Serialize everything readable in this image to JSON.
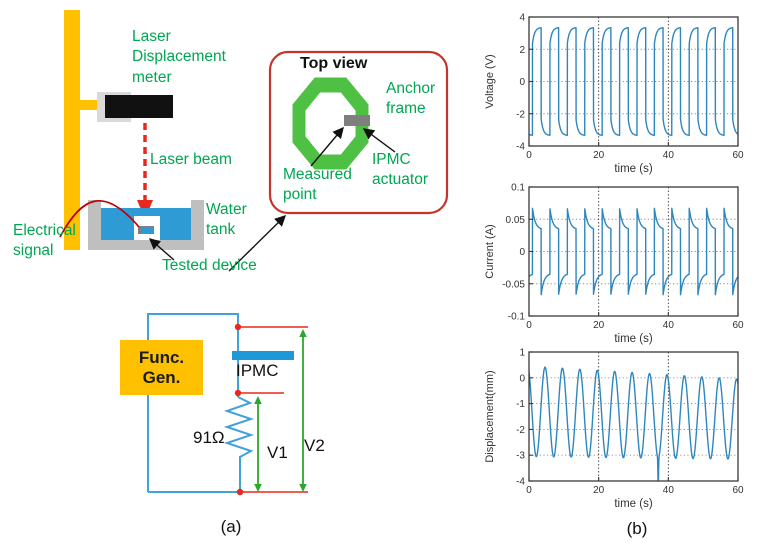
{
  "figure": {
    "caption_a": "(a)",
    "caption_b": "(b)"
  },
  "colors": {
    "green_text": "#00A651",
    "arrow_green": "#2BA82B",
    "frame_green": "#4EC144",
    "yellow": "#FFC000",
    "gray_light": "#D9D9D9",
    "gray_mid": "#BFBFBF",
    "gray_dark": "#7F7F7F",
    "water_blue": "#2E9BD5",
    "wire_blue": "#41A2DB",
    "ipmc_blue": "#1F98D8",
    "red_bright": "#E8281E",
    "red_dark": "#C00000",
    "inset_border": "#C4342B",
    "plot_line": "#2E86BE",
    "plot_axis": "#3A3A3A",
    "plot_grid_h": "#8A8A8A",
    "plot_grid_v": "#3A3A3A",
    "plot_text": "#333333"
  },
  "diagram": {
    "labels": {
      "laser_meter": "Laser\nDisplacement\nmeter",
      "laser_beam": "Laser beam",
      "water_tank": "Water\ntank",
      "electrical_signal": "Electrical\nsignal",
      "tested_device": "Tested device",
      "top_view": "Top view",
      "anchor_frame": "Anchor\nframe",
      "measured_point": "Measured\npoint",
      "ipmc_actuator": "IPMC\nactuator",
      "func_gen": "Func.\nGen.",
      "ipmc": "IPMC",
      "resistor": "91Ω",
      "v1": "V1",
      "v2": "V2"
    }
  },
  "chart_data": [
    {
      "id": "voltage",
      "type": "line",
      "title": "",
      "xlabel": "time (s)",
      "ylabel": "Voltage (V)",
      "xlim": [
        0,
        60
      ],
      "ylim": [
        -4,
        4
      ],
      "xticks": [
        0,
        20,
        40,
        60
      ],
      "yticks": [
        -4,
        -2,
        0,
        2,
        4
      ],
      "xgrid": [
        20,
        40
      ],
      "ygrid": [
        -2,
        0,
        2
      ],
      "grid": "dotted",
      "waveform": {
        "type": "square_exp",
        "period": 5,
        "t_first_rise": 1.0,
        "v_start": 2.35,
        "v_end": 3.35,
        "tau": 0.6
      },
      "description": "Square-wave drive voltage, ±3.3 V amplitude, 5 s period, 12 cycles over 60 s"
    },
    {
      "id": "current",
      "type": "line",
      "title": "",
      "xlabel": "time (s)",
      "ylabel": "Current (A)",
      "xlim": [
        0,
        60
      ],
      "ylim": [
        -0.1,
        0.1
      ],
      "xticks": [
        0,
        20,
        40,
        60
      ],
      "yticks": [
        -0.1,
        -0.05,
        0,
        0.05,
        0.1
      ],
      "xgrid": [
        20,
        40
      ],
      "ygrid": [
        -0.05,
        0,
        0.05
      ],
      "grid": "dotted",
      "waveform": {
        "type": "spike_decay",
        "period": 5,
        "t_first_rise": 1.0,
        "peak": 0.067,
        "settle": 0.034,
        "tau": 0.8
      },
      "description": "Current spikes to ±0.067 A at each voltage switch, decaying to ±0.034 A, 5 s period"
    },
    {
      "id": "displacement",
      "type": "line",
      "title": "",
      "xlabel": "time (s)",
      "ylabel": "Displacement(mm)",
      "xlim": [
        0,
        60
      ],
      "ylim": [
        -4,
        1
      ],
      "xticks": [
        0,
        20,
        40,
        60
      ],
      "yticks": [
        -4,
        -3,
        -2,
        -1,
        0,
        1
      ],
      "xgrid": [
        20,
        40
      ],
      "ygrid": [
        -3,
        -2,
        -1,
        0
      ],
      "grid": "dotted",
      "waveform": {
        "type": "sine_decay",
        "period": 5,
        "t_peak": 4.6,
        "mid_start": -1.3,
        "mid_end": -1.6,
        "amp_start": 1.75,
        "amp_end": 1.55,
        "spike_t": 37.1,
        "spike_v": -4.3
      },
      "description": "Quasi-sinusoidal displacement between ~+0.4 and −3.2 mm, 5 s period, slight amplitude decay, downward spike to −4 mm near t=37 s"
    }
  ]
}
